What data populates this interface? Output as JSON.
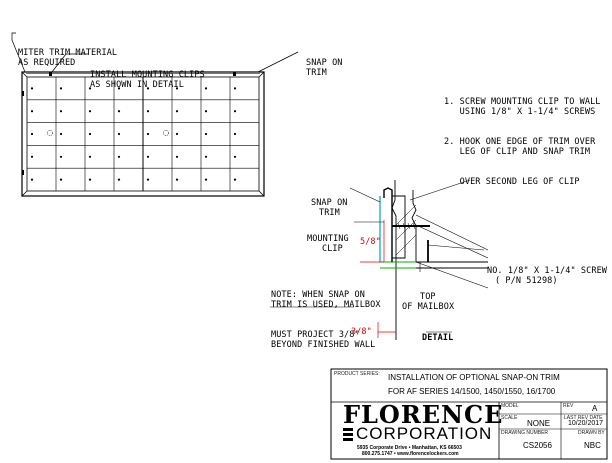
{
  "labels": {
    "miter_trim_1": "MITER TRIM MATERIAL",
    "miter_trim_2": "AS REQUIRED",
    "install_clips_1": "INSTALL MOUNTING CLIPS",
    "install_clips_2": "AS SHOWN IN DETAIL",
    "snap_on_trim_top_1": "SNAP ON",
    "snap_on_trim_top_2": "TRIM",
    "step_1a": "1. SCREW MOUNTING CLIP TO WALL",
    "step_1b": "   USING 1/8\" X 1-1/4\" SCREWS",
    "step_2a": "2. HOOK ONE EDGE OF TRIM OVER",
    "step_2b": "   LEG OF CLIP AND SNAP TRIM",
    "step_2c": "   OVER SECOND LEG OF CLIP",
    "detail_snap_1": "SNAP ON",
    "detail_snap_2": "TRIM",
    "mounting_clip_1": "MOUNTING",
    "mounting_clip_2": "CLIP",
    "dim_5_8": "5/8\"",
    "screw_1": "NO. 1/8\" X 1-1/4\" SCREW",
    "screw_2": "( P/N 51298)",
    "top_mailbox_1": "TOP",
    "top_mailbox_2": "OF MAILBOX",
    "note_1": "NOTE: WHEN SNAP ON",
    "note_2": "TRIM IS USED, MAILBOX",
    "note_3": "MUST PROJECT 3/8\"",
    "note_4": "BEYOND FINISHED WALL",
    "dim_3_8": "3/8\"",
    "detail": "DETAIL"
  },
  "title_block": {
    "product_series_label": "PRODUCT SERIES:",
    "title_line_1": "INSTALLATION OF OPTIONAL SNAP-ON TRIM",
    "title_line_2": "FOR AF SERIES 14/1500, 1450/1550, 16/1700",
    "company_1": "FLORENCE",
    "company_2": "CORPORATION",
    "address_1": "5935 Corporate Drive • Manhattan, KS 66503",
    "address_2": "800.275.1747 • www.florencelockers.com",
    "model_label": "MODEL",
    "model_value": "",
    "rev_label": "REV",
    "rev_value": "A",
    "scale_label": "SCALE",
    "scale_value": "NONE",
    "last_rev_label": "LAST REV DATE",
    "last_rev_value": "10/20/2017",
    "drawing_number_label": "DRAWING NUMBER",
    "drawing_number_value": "CS2056",
    "drawn_by_label": "DRAWN BY",
    "drawn_by_value": "NBC"
  },
  "colors": {
    "line": "#000000",
    "cyan": "#00a0c8",
    "green": "#00b000",
    "red": "#e00000"
  }
}
